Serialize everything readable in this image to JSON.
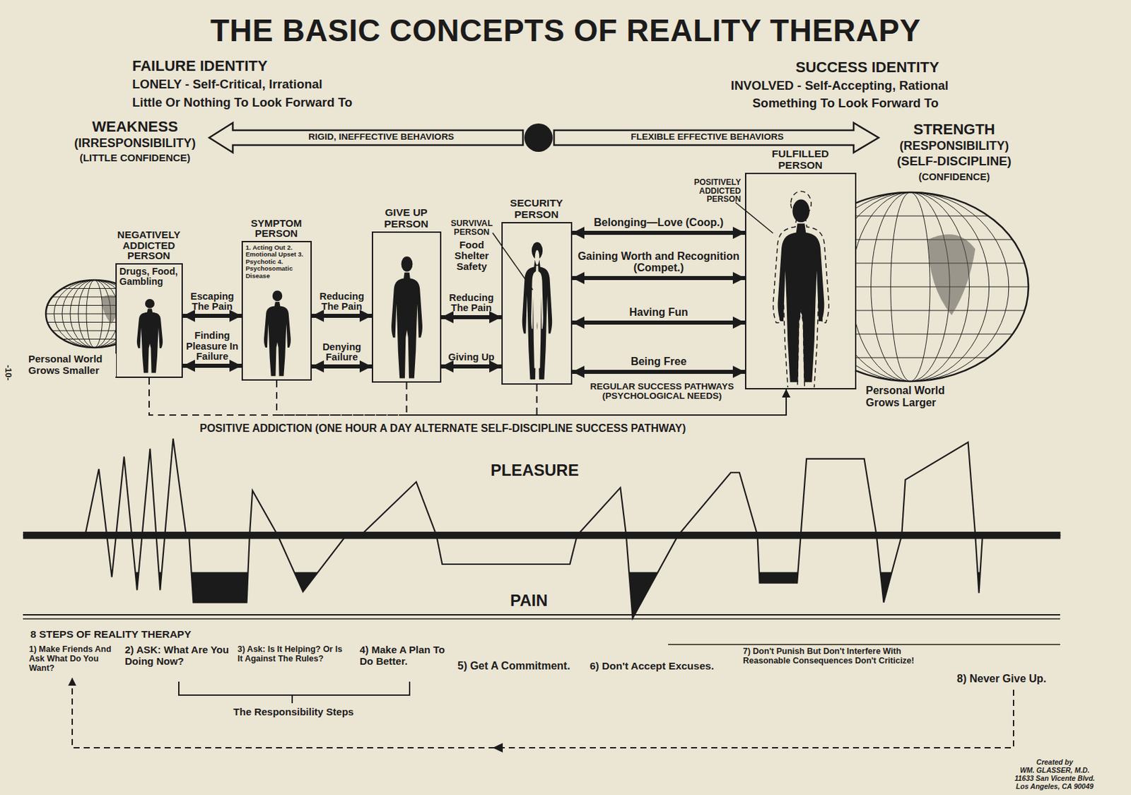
{
  "diagram": {
    "title": "THE BASIC CONCEPTS OF REALITY THERAPY",
    "nodes": [
      {
        "text": [
          "NEGATIVELY ADDICTED PERSON",
          "Drugs, Food, Gambling"
        ]
      },
      {
        "text": [
          "SYMPTOM PERSON",
          "1. Acting Out 2. Emotional Upset 3. Psychotic 4. Psychosomatic Disease"
        ]
      },
      {
        "text": [
          "GIVE UP PERSON"
        ]
      },
      {
        "text": [
          "SECURITY PERSON"
        ]
      },
      {
        "text": [
          "FULFILLED PERSON"
        ]
      }
    ],
    "edges": [
      {
        "from": 0,
        "to": 1,
        "arrow": "both",
        "label": "Escaping The Pain"
      },
      {
        "from": 0,
        "to": 1,
        "arrow": "both",
        "label": "Finding Pleasure In Failure"
      },
      {
        "from": 1,
        "to": 2,
        "arrow": "both",
        "label": "Reducing The Pain"
      },
      {
        "from": 1,
        "to": 2,
        "arrow": "both",
        "label": "Denying Failure"
      },
      {
        "from": 2,
        "to": 3,
        "arrow": "both",
        "label": "Reducing The Pain"
      },
      {
        "from": 2,
        "to": 3,
        "arrow": "both",
        "label": "Giving Up"
      },
      {
        "from": 3,
        "to": 4,
        "arrow": "both",
        "label": "Belonging—Love (Coop.)"
      },
      {
        "from": 3,
        "to": 4,
        "arrow": "both",
        "label": "Gaining Worth and Recognition (Compet.)"
      },
      {
        "from": 3,
        "to": 4,
        "arrow": "both",
        "label": "Having Fun"
      },
      {
        "from": 3,
        "to": 4,
        "arrow": "both",
        "label": "Being Free"
      },
      {
        "from": 0,
        "to": 4,
        "arrow": "to"
      },
      {
        "from": 1,
        "to": 4,
        "arrow": "to"
      },
      {
        "from": 2,
        "to": 4,
        "arrow": "to"
      },
      {
        "from": 3,
        "to": 4,
        "arrow": "to"
      }
    ],
    "labels": [
      "FAILURE IDENTITY",
      "LONELY - Self-Critical, Irrational",
      "Little Or Nothing To Look Forward To",
      "SUCCESS IDENTITY",
      "INVOLVED - Self-Accepting, Rational",
      "Something To Look Forward To",
      "WEAKNESS",
      "(IRRESPONSIBILITY)",
      "(LITTLE CONFIDENCE)",
      "RIGID, INEFFECTIVE BEHAVIORS",
      "FLEXIBLE EFFECTIVE BEHAVIORS",
      "STRENGTH",
      "(RESPONSIBILITY)",
      "(SELF-DISCIPLINE)",
      "(CONFIDENCE)",
      "POSITIVELY ADDICTED PERSON",
      "SURVIVAL PERSON",
      "Food Shelter Safety",
      "Personal World Grows Smaller",
      "Personal World Grows Larger",
      "REGULAR SUCCESS PATHWAYS (PSYCHOLOGICAL NEEDS)",
      "POSITIVE ADDICTION (ONE HOUR A DAY ALTERNATE SELF-DISCIPLINE SUCCESS PATHWAY)",
      "PLEASURE",
      "PAIN",
      "8 STEPS OF REALITY THERAPY",
      "1) Make Friends And Ask What Do You Want?",
      "2) ASK: What Are You Doing Now?",
      "3) Ask: Is It Helping? Or Is It Against The Rules?",
      "4) Make A Plan To Do Better.",
      "5) Get A Commitment.",
      "6) Don't Accept Excuses.",
      "7) Don't Punish But Don't Interfere With Reasonable Consequences Don't Criticize!",
      "8) Never Give Up.",
      "The Responsibility Steps",
      "Created by",
      "WM. GLASSER, M.D.",
      "11633 San Vicente Blvd.",
      "Los Angeles, CA 90049",
      "-10-"
    ]
  }
}
